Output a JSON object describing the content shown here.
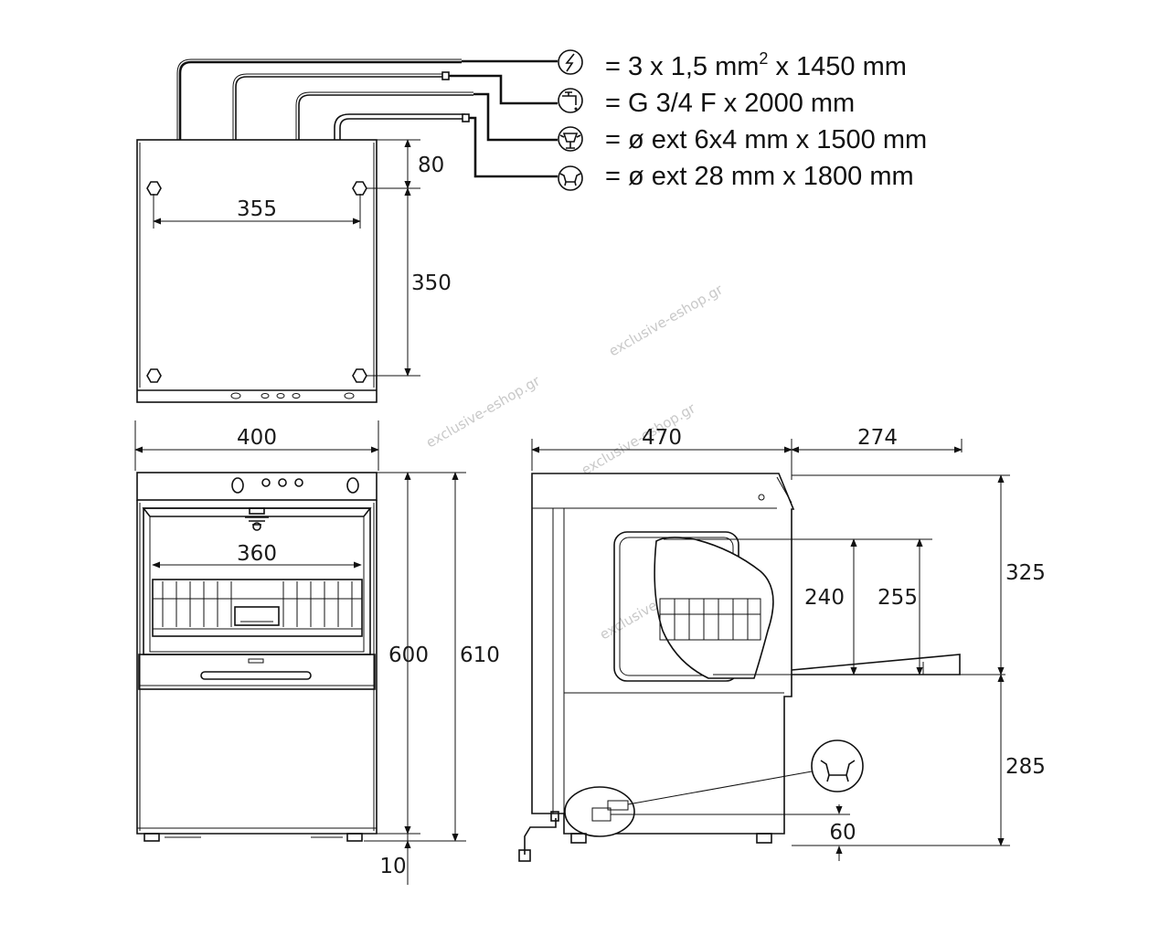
{
  "specs": [
    {
      "icon": "electric-icon",
      "text": "= 3 x 1,5 mm",
      "sup": "2",
      "text_after": " x 1450 mm"
    },
    {
      "icon": "water-tap-icon",
      "text": "= G 3/4 F x 2000 mm"
    },
    {
      "icon": "detergent-icon",
      "text": "= ø ext 6x4 mm x 1500 mm"
    },
    {
      "icon": "drain-icon",
      "text": "= ø ext 28 mm x 1800 mm"
    }
  ],
  "dimensions": {
    "top_80": "80",
    "top_355": "355",
    "top_350": "350",
    "front_400": "400",
    "front_360": "360",
    "front_600": "600",
    "front_610": "610",
    "front_10": "10",
    "side_470": "470",
    "side_274": "274",
    "side_240": "240",
    "side_255": "255",
    "side_325": "325",
    "side_285": "285",
    "side_60": "60"
  },
  "watermarks": [
    "exclusive-eshop.gr",
    "exclusive-eshop.gr",
    "exclusive-eshop.gr",
    "exclusive-eshop.gr"
  ]
}
